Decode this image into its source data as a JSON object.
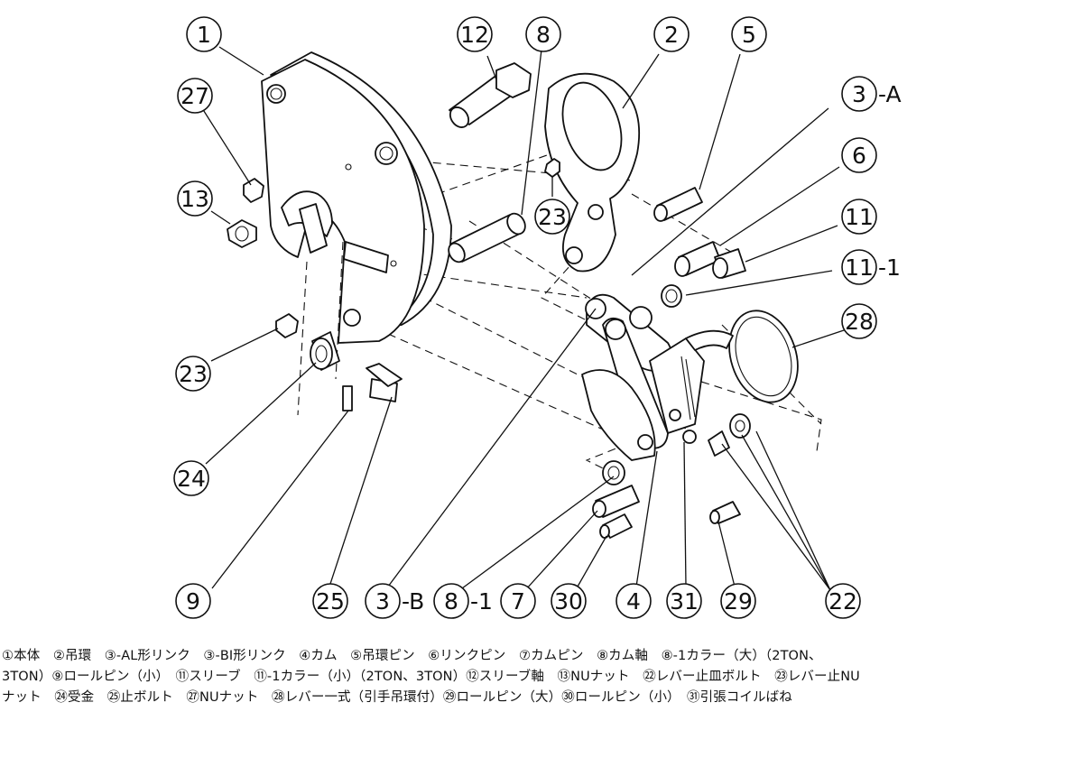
{
  "callouts": [
    {
      "id": "c1",
      "label": "1"
    },
    {
      "id": "c27",
      "label": "27"
    },
    {
      "id": "c13",
      "label": "13"
    },
    {
      "id": "c23a",
      "label": "23"
    },
    {
      "id": "c24",
      "label": "24"
    },
    {
      "id": "c9",
      "label": "9"
    },
    {
      "id": "c25",
      "label": "25"
    },
    {
      "id": "c3b",
      "label": "3",
      "suffix": "-B"
    },
    {
      "id": "c12",
      "label": "12"
    },
    {
      "id": "c8",
      "label": "8"
    },
    {
      "id": "c23b",
      "label": "23"
    },
    {
      "id": "c2",
      "label": "2"
    },
    {
      "id": "c5",
      "label": "5"
    },
    {
      "id": "c3a",
      "label": "3",
      "suffix": "-A"
    },
    {
      "id": "c6",
      "label": "6"
    },
    {
      "id": "c11",
      "label": "11"
    },
    {
      "id": "c11_1",
      "label": "11",
      "suffix": "-1"
    },
    {
      "id": "c28",
      "label": "28"
    },
    {
      "id": "c8_1",
      "label": "8",
      "suffix": "-1"
    },
    {
      "id": "c7",
      "label": "7"
    },
    {
      "id": "c30",
      "label": "30"
    },
    {
      "id": "c4",
      "label": "4"
    },
    {
      "id": "c31",
      "label": "31"
    },
    {
      "id": "c29",
      "label": "29"
    },
    {
      "id": "c22",
      "label": "22"
    }
  ],
  "legend": {
    "lines": [
      "①本体　②吊環　③-AL形リンク　③-BI形リンク　④カム　⑤吊環ピン　⑥リンクピン　⑦カムピン　⑧カム軸　⑧-1カラー（大）（2TON、",
      "3TON）⑨ロールピン（小）　⑪スリーブ　⑪-1カラー（小）（2TON、3TON）⑫スリーブ軸　⑬NUナット　㉒レバー止皿ボルト　㉓レバー止NU",
      "ナット　㉔受金　㉕止ボルト　㉗NUナット　㉘レバー一式（引手吊環付）㉙ロールピン（大）㉚ロールピン（小）　㉛引張コイルばね"
    ]
  }
}
